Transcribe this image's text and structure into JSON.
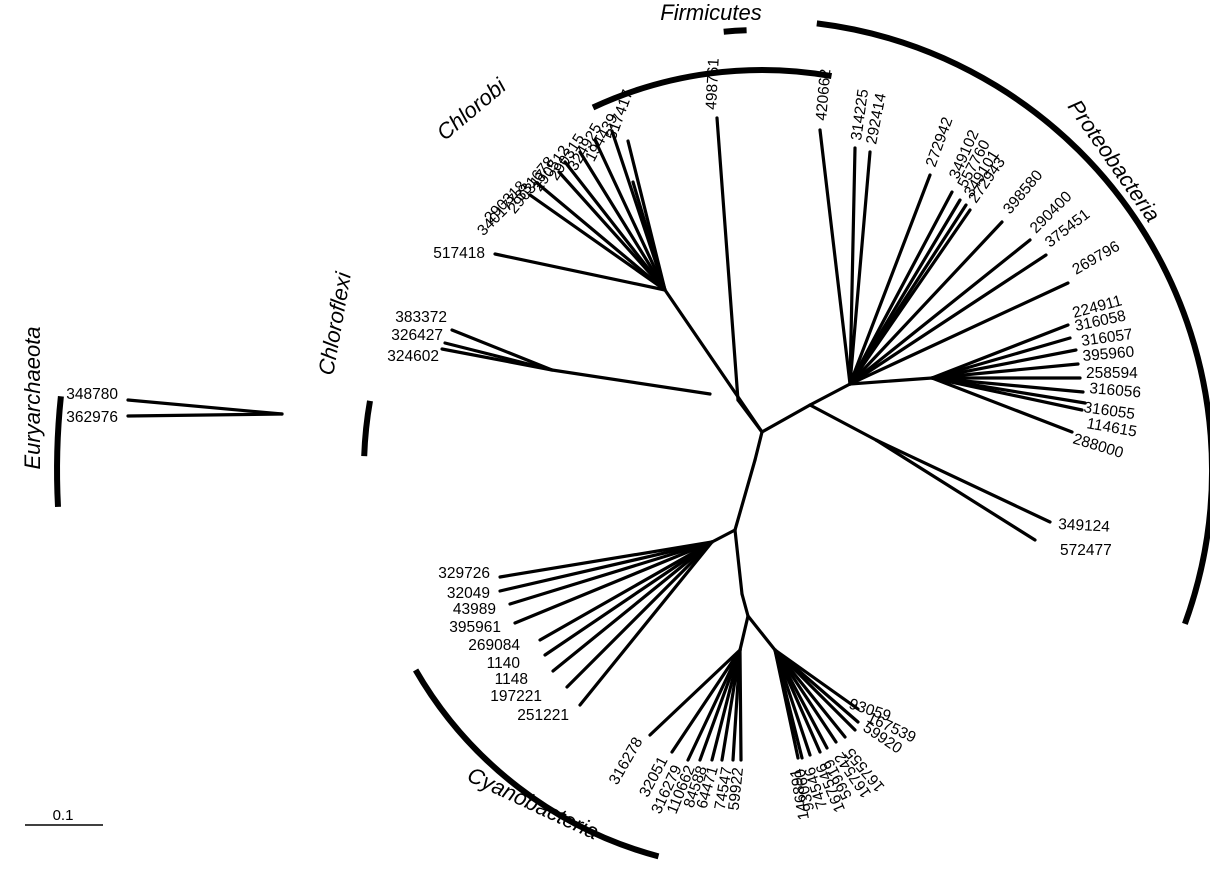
{
  "scale_bar": {
    "label": "0.1"
  },
  "groups": [
    {
      "id": "euryarchaeota",
      "name": "Euryarchaeota"
    },
    {
      "id": "chloroflexi",
      "name": "Chloroflexi"
    },
    {
      "id": "chlorobi",
      "name": "Chlorobi"
    },
    {
      "id": "firmicutes",
      "name": "Firmicutes"
    },
    {
      "id": "proteobacteria",
      "name": "Proteobacteria"
    },
    {
      "id": "cyanobacteria",
      "name": "Cyanobacteria"
    }
  ],
  "leaves": {
    "euryarchaeota": [
      "348780",
      "362976"
    ],
    "chloroflexi": [
      "383372",
      "326427",
      "324602"
    ],
    "chlorobi": [
      "517418",
      "340177",
      "290318",
      "290317",
      "331678",
      "290512",
      "290315",
      "324925",
      "194439",
      "517417"
    ],
    "firmicutes": [
      "498761"
    ],
    "proteobacteria": [
      "420662",
      "314225",
      "292414",
      "272942",
      "349102",
      "557760",
      "349101",
      "272943",
      "398580",
      "290400",
      "375451",
      "269796",
      "224911",
      "316058",
      "316057",
      "395960",
      "258594",
      "316056",
      "316055",
      "114615",
      "288000",
      "349124",
      "572477"
    ],
    "cyanobacteria_left": [
      "329726",
      "32049",
      "43989",
      "395961",
      "269084",
      "1140",
      "1148",
      "197221",
      "251221"
    ],
    "cyanobacteria_bottom": [
      "316278",
      "32051",
      "316279",
      "110662",
      "84588",
      "64471",
      "74547",
      "59922",
      "146891",
      "93060",
      "74546",
      "167546",
      "59919",
      "167542",
      "167555",
      "59920",
      "167539",
      "93059"
    ]
  }
}
